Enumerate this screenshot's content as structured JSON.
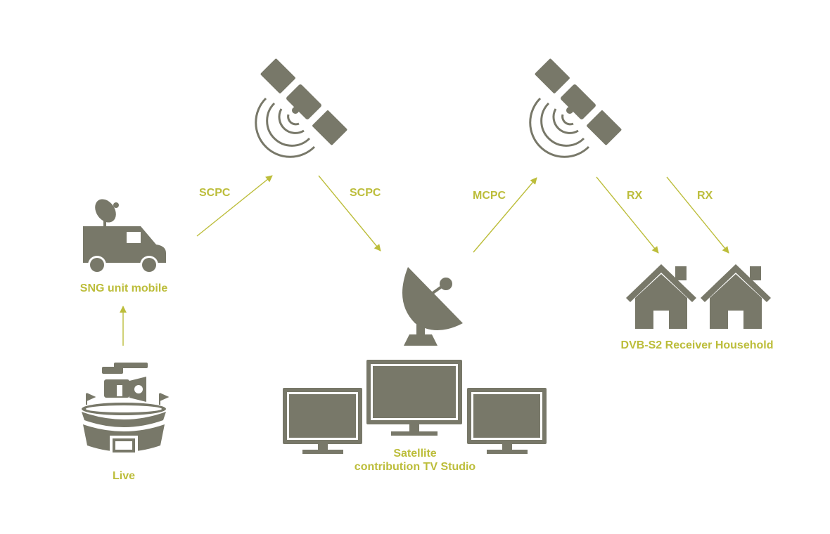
{
  "colors": {
    "icon": "#787869",
    "accent": "#bcbd3a",
    "background": "#ffffff"
  },
  "nodes": {
    "live": {
      "label": "Live",
      "icon": "stadium-camera-icon"
    },
    "sng": {
      "label": "SNG unit mobile",
      "icon": "sng-van-icon"
    },
    "satellite_1": {
      "icon": "satellite-icon"
    },
    "satellite_2": {
      "icon": "satellite-icon"
    },
    "studio": {
      "label_line1": "Satellite",
      "label_line2": "contribution TV Studio",
      "icons": [
        "dish-icon",
        "monitor-icon",
        "monitor-icon",
        "monitor-icon"
      ]
    },
    "household": {
      "label": "DVB-S2 Receiver Household",
      "icons": [
        "house-icon",
        "house-icon"
      ]
    }
  },
  "links": [
    {
      "from": "live",
      "to": "sng",
      "label": ""
    },
    {
      "from": "sng",
      "to": "satellite_1",
      "label": "SCPC"
    },
    {
      "from": "satellite_1",
      "to": "studio",
      "label": "SCPC"
    },
    {
      "from": "studio",
      "to": "satellite_2",
      "label": "MCPC"
    },
    {
      "from": "satellite_2",
      "to": "household",
      "label": "RX"
    },
    {
      "from": "satellite_2",
      "to": "household",
      "label": "RX"
    }
  ]
}
